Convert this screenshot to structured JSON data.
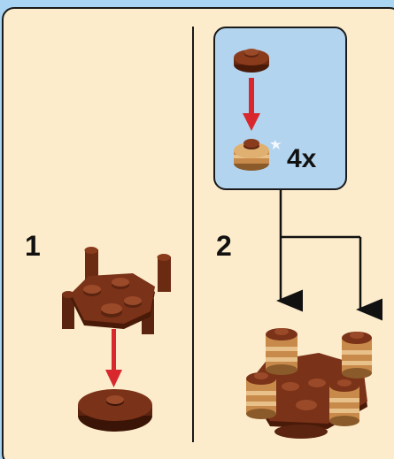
{
  "steps": [
    {
      "number": "1"
    },
    {
      "number": "2"
    }
  ],
  "subassembly": {
    "multiplier": "4x"
  },
  "colors": {
    "page_background": "#a9d4f2",
    "panel_background": "#fdeccb",
    "subpanel_background": "#b3d4ef",
    "brick_reddish_brown": "#6b2a12",
    "brick_tan": "#d9a56a",
    "arrow_red": "#d8282e",
    "outline": "#1a1a1a"
  },
  "icons": {
    "step1_assembly": "brick-assembly-icon",
    "step2_assembly": "brick-assembly-icon",
    "connector": "callout-connector-arrow-icon"
  }
}
